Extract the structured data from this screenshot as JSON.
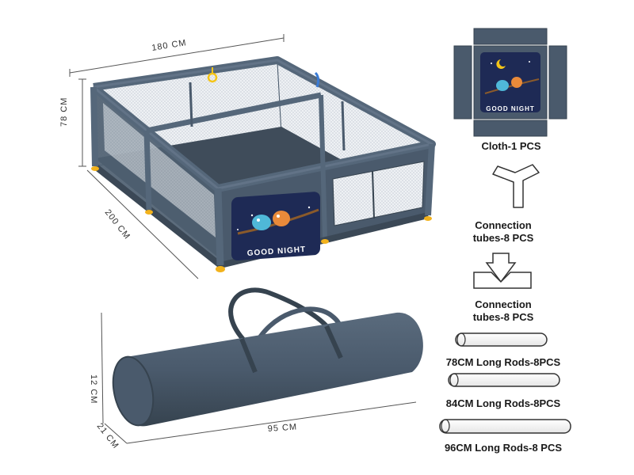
{
  "dimensions": {
    "width": "180 CM",
    "height": "78 CM",
    "depth": "200 CM",
    "bag_length": "95 CM",
    "bag_height": "12 CM",
    "bag_depth": "21 CM"
  },
  "panel_text": "GOOD NIGHT",
  "parts": [
    {
      "label": "Cloth-1 PCS"
    },
    {
      "label": "Connection tubes-8 PCS"
    },
    {
      "label": "Connection tubes-8 PCS"
    },
    {
      "label": "78CM Long Rods-8PCS"
    },
    {
      "label": "84CM Long Rods-8PCS"
    },
    {
      "label": "96CM Long Rods-8 PCS"
    }
  ],
  "colors": {
    "frame": "#4a5a6c",
    "frame_dark": "#36434f",
    "floor": "#3f4c5a",
    "panel_bg": "#1e2a55",
    "foot": "#f2b21c",
    "ring_yellow": "#f5c518",
    "ring_blue": "#3a7bd5"
  }
}
